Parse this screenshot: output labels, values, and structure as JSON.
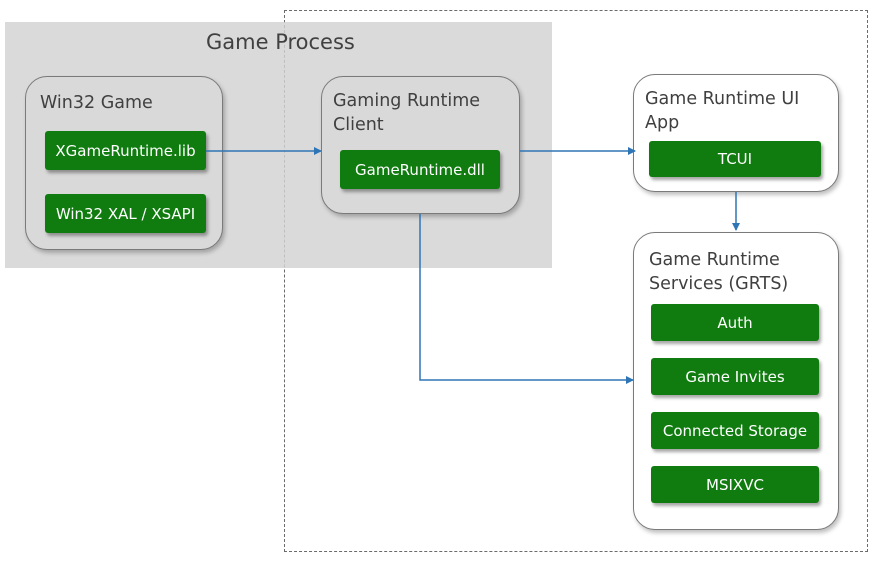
{
  "diagram": {
    "process_title": "Game Process",
    "win32_game": {
      "title": "Win32 Game",
      "components": [
        "XGameRuntime.lib",
        "Win32 XAL / XSAPI"
      ]
    },
    "gaming_runtime_client": {
      "title_line1": "Gaming Runtime",
      "title_line2": "Client",
      "components": [
        "GameRuntime.dll"
      ]
    },
    "ui_app": {
      "title_line1": "Game Runtime UI",
      "title_line2": "App",
      "components": [
        "TCUI"
      ]
    },
    "grts": {
      "title_line1": "Game Runtime",
      "title_line2": "Services (GRTS)",
      "components": [
        "Auth",
        "Game Invites",
        "Connected Storage",
        "MSIXVC"
      ]
    },
    "colors": {
      "component_fill": "#107c10",
      "connector": "#2e75b6",
      "process_region": "#d9d9d9"
    }
  }
}
